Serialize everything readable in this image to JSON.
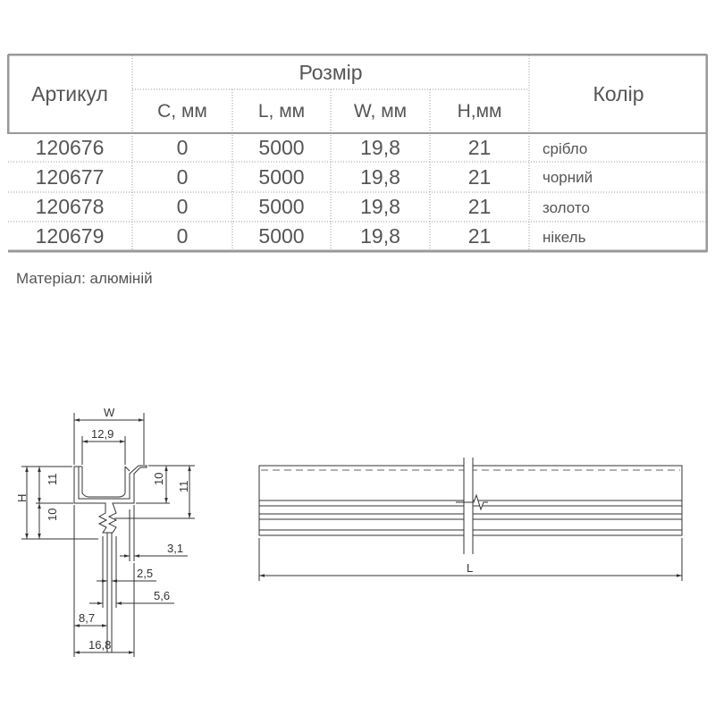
{
  "table": {
    "header": {
      "article": "Артикул",
      "size_group": "Розмір",
      "color": "Колір",
      "sub_columns": [
        "C, мм",
        "L, мм",
        "W, мм",
        "H,мм"
      ]
    },
    "rows": [
      {
        "article": "120676",
        "c": "0",
        "l": "5000",
        "w": "19,8",
        "h": "21",
        "color": "срібло"
      },
      {
        "article": "120677",
        "c": "0",
        "l": "5000",
        "w": "19,8",
        "h": "21",
        "color": "чорний"
      },
      {
        "article": "120678",
        "c": "0",
        "l": "5000",
        "w": "19,8",
        "h": "21",
        "color": "золото"
      },
      {
        "article": "120679",
        "c": "0",
        "l": "5000",
        "w": "19,8",
        "h": "21",
        "color": "нікель"
      }
    ]
  },
  "material": "Матеріал: алюміній",
  "drawing": {
    "profile": {
      "w_label": "W",
      "d_12_9": "12,9",
      "h_label": "H",
      "d_11_left": "11",
      "d_10_left": "10",
      "d_10_right": "10",
      "d_11_right": "11",
      "d_3_1": "3,1",
      "d_2_5": "2,5",
      "d_5_6": "5,6",
      "d_8_7": "8,7",
      "d_16_8": "16,8"
    },
    "side": {
      "l_label": "L"
    }
  },
  "colors": {
    "text": "#555555",
    "border": "#999999",
    "line": "#333333"
  }
}
